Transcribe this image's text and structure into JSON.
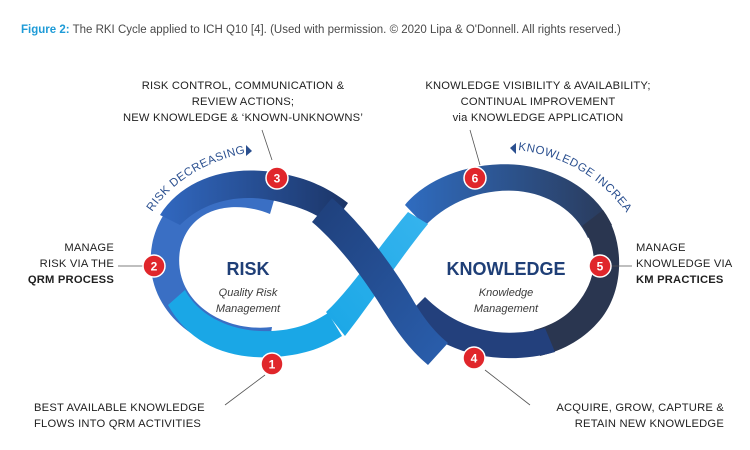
{
  "caption": {
    "figure_label": "Figure 2:",
    "text": "The RKI Cycle applied to ICH Q10 [4]. (Used with permission. © 2020 Lipa & O'Donnell. All rights reserved.)"
  },
  "left_loop": {
    "title": "RISK",
    "subtitle_line1": "Quality Risk",
    "subtitle_line2": "Management"
  },
  "right_loop": {
    "title": "KNOWLEDGE",
    "subtitle_line1": "Knowledge",
    "subtitle_line2": "Management"
  },
  "band_labels": {
    "left": "RISK DECREASING",
    "right": "KNOWLEDGE INCREASING"
  },
  "badges": [
    "1",
    "2",
    "3",
    "4",
    "5",
    "6"
  ],
  "labels": {
    "top_left": [
      "RISK CONTROL, COMMUNICATION &",
      "REVIEW ACTIONS;",
      "NEW KNOWLEDGE & ‘KNOWN-UNKNOWNS’"
    ],
    "top_right": [
      "KNOWLEDGE VISIBILITY & AVAILABILITY;",
      "CONTINUAL IMPROVEMENT",
      "via KNOWLEDGE APPLICATION"
    ],
    "left": {
      "line1": "MANAGE",
      "line2": "RISK VIA THE",
      "line3_bold": "QRM PROCESS"
    },
    "right": {
      "line1": "MANAGE",
      "line2": "KNOWLEDGE VIA",
      "line3_bold": "KM PRACTICES"
    },
    "bottom_left": [
      "BEST AVAILABLE KNOWLEDGE",
      "FLOWS INTO QRM ACTIVITIES"
    ],
    "bottom_right": [
      "ACQUIRE, GROW, CAPTURE &",
      "RETAIN NEW KNOWLEDGE"
    ]
  },
  "colors": {
    "caption_accent": "#1e9bd7",
    "light_blue": "#1aa7e6",
    "mid_blue": "#2f6cc0",
    "navy": "#1c3567",
    "dark_navy": "#22314b",
    "badge_red": "#e0262b"
  }
}
